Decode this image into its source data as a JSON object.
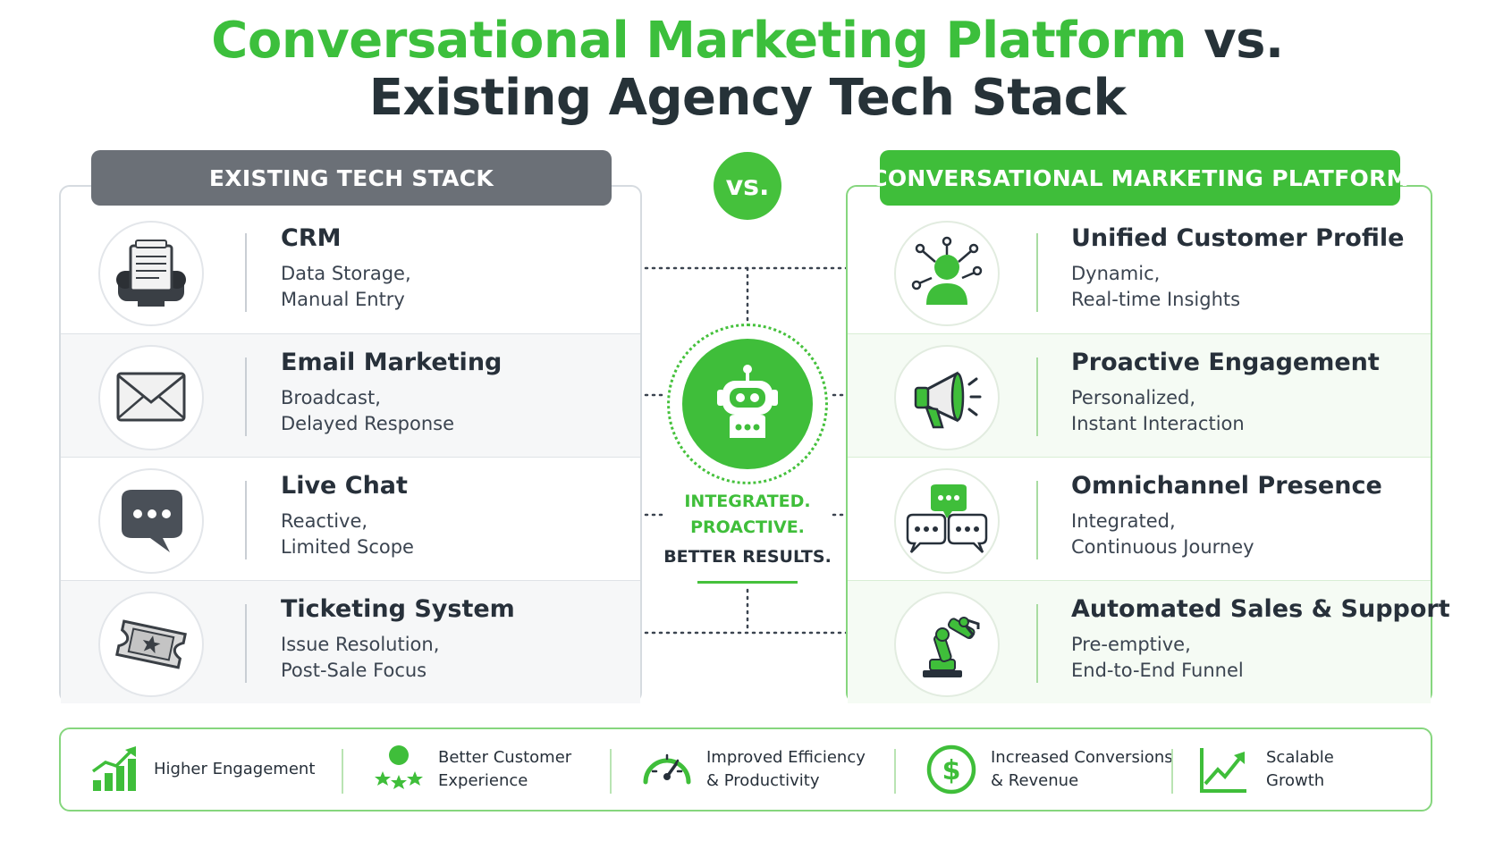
{
  "title": {
    "line1_green": "Conversational Marketing Platform",
    "line1_dark": "vs.",
    "line2": "Existing Agency Tech Stack"
  },
  "colors": {
    "accent_green": "#3fbe3a",
    "header_gray": "#6b7077",
    "text_dark": "#27303a"
  },
  "left_panel": {
    "header": "EXISTING TECH STACK",
    "items": [
      {
        "icon": "rolodex-icon",
        "title": "CRM",
        "desc1": "Data Storage,",
        "desc2": "Manual Entry"
      },
      {
        "icon": "envelope-icon",
        "title": "Email Marketing",
        "desc1": "Broadcast,",
        "desc2": "Delayed Response"
      },
      {
        "icon": "chat-bubble-icon",
        "title": "Live Chat",
        "desc1": "Reactive,",
        "desc2": "Limited Scope"
      },
      {
        "icon": "ticket-icon",
        "title": "Ticketing System",
        "desc1": "Issue Resolution,",
        "desc2": "Post-Sale Focus"
      }
    ]
  },
  "middle": {
    "vs": "vs.",
    "robot_icon": "chatbot-robot-icon",
    "tag1": "INTEGRATED.",
    "tag2": "PROACTIVE.",
    "tag3": "BETTER RESULTS."
  },
  "right_panel": {
    "header": "CONVERSATIONAL MARKETING PLATFORM",
    "items": [
      {
        "icon": "network-user-icon",
        "title": "Unified Customer Profile",
        "desc1": "Dynamic,",
        "desc2": "Real-time Insights"
      },
      {
        "icon": "megaphone-icon",
        "title": "Proactive Engagement",
        "desc1": "Personalized,",
        "desc2": "Instant Interaction"
      },
      {
        "icon": "multi-chat-icon",
        "title": "Omnichannel Presence",
        "desc1": "Integrated,",
        "desc2": "Continuous Journey"
      },
      {
        "icon": "robotic-arm-icon",
        "title": "Automated Sales & Support",
        "desc1": "Pre-emptive,",
        "desc2": "End-to-End Funnel"
      }
    ]
  },
  "benefits": [
    {
      "icon": "growth-bars-icon",
      "line1": "Higher Engagement",
      "line2": ""
    },
    {
      "icon": "customer-stars-icon",
      "line1": "Better Customer",
      "line2": "Experience"
    },
    {
      "icon": "speedometer-icon",
      "line1": "Improved Efficiency",
      "line2": "& Productivity"
    },
    {
      "icon": "dollar-circle-icon",
      "line1": "Increased Conversions",
      "line2": "& Revenue"
    },
    {
      "icon": "trend-line-icon",
      "line1": "Scalable",
      "line2": "Growth"
    }
  ]
}
